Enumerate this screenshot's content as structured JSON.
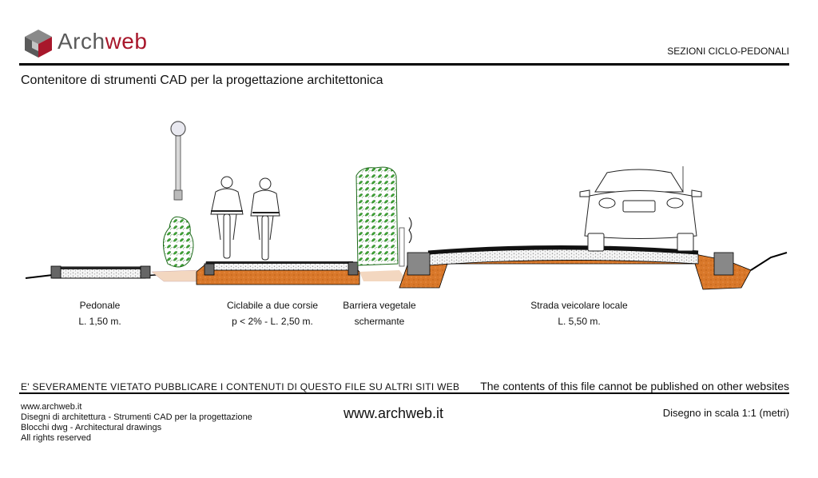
{
  "header": {
    "logo_part1": "Arch",
    "logo_part2": "web",
    "section_title": "SEZIONI CICLO-PEDONALI",
    "subtitle": "Contenitore di strumenti CAD per la progettazione architettonica"
  },
  "labels": {
    "pedonale": {
      "title": "Pedonale",
      "detail": "L. 1,50 m."
    },
    "ciclabile": {
      "title": "Ciclabile a due corsie",
      "detail": "p < 2% - L. 2,50 m."
    },
    "barriera": {
      "title": "Barriera vegetale",
      "detail": "schermante"
    },
    "strada": {
      "title": "Strada veicolare locale",
      "detail": "L. 5,50 m."
    }
  },
  "footer": {
    "warning_it": "E' SEVERAMENTE VIETATO PUBBLICARE I CONTENUTI DI QUESTO FILE SU ALTRI SITI WEB",
    "warning_en": "The contents of this file cannot be published on other websites",
    "line1": "www.archweb.it",
    "line2": "Disegni di architettura - Strumenti CAD  per la progettazione",
    "line3": "Blocchi dwg - Architectural drawings",
    "line4": "All rights reserved",
    "url": "www.archweb.it",
    "scale": "Disegno in scala 1:1 (metri)"
  },
  "colors": {
    "brand_gray": "#5a5a5a",
    "brand_red": "#a8172b",
    "soil": "#d9782a",
    "foliage": "#3fa535"
  },
  "icons": [
    "archweb-cube-icon",
    "street-lamp-icon",
    "cyclist-icon",
    "hedge-icon",
    "car-icon"
  ]
}
